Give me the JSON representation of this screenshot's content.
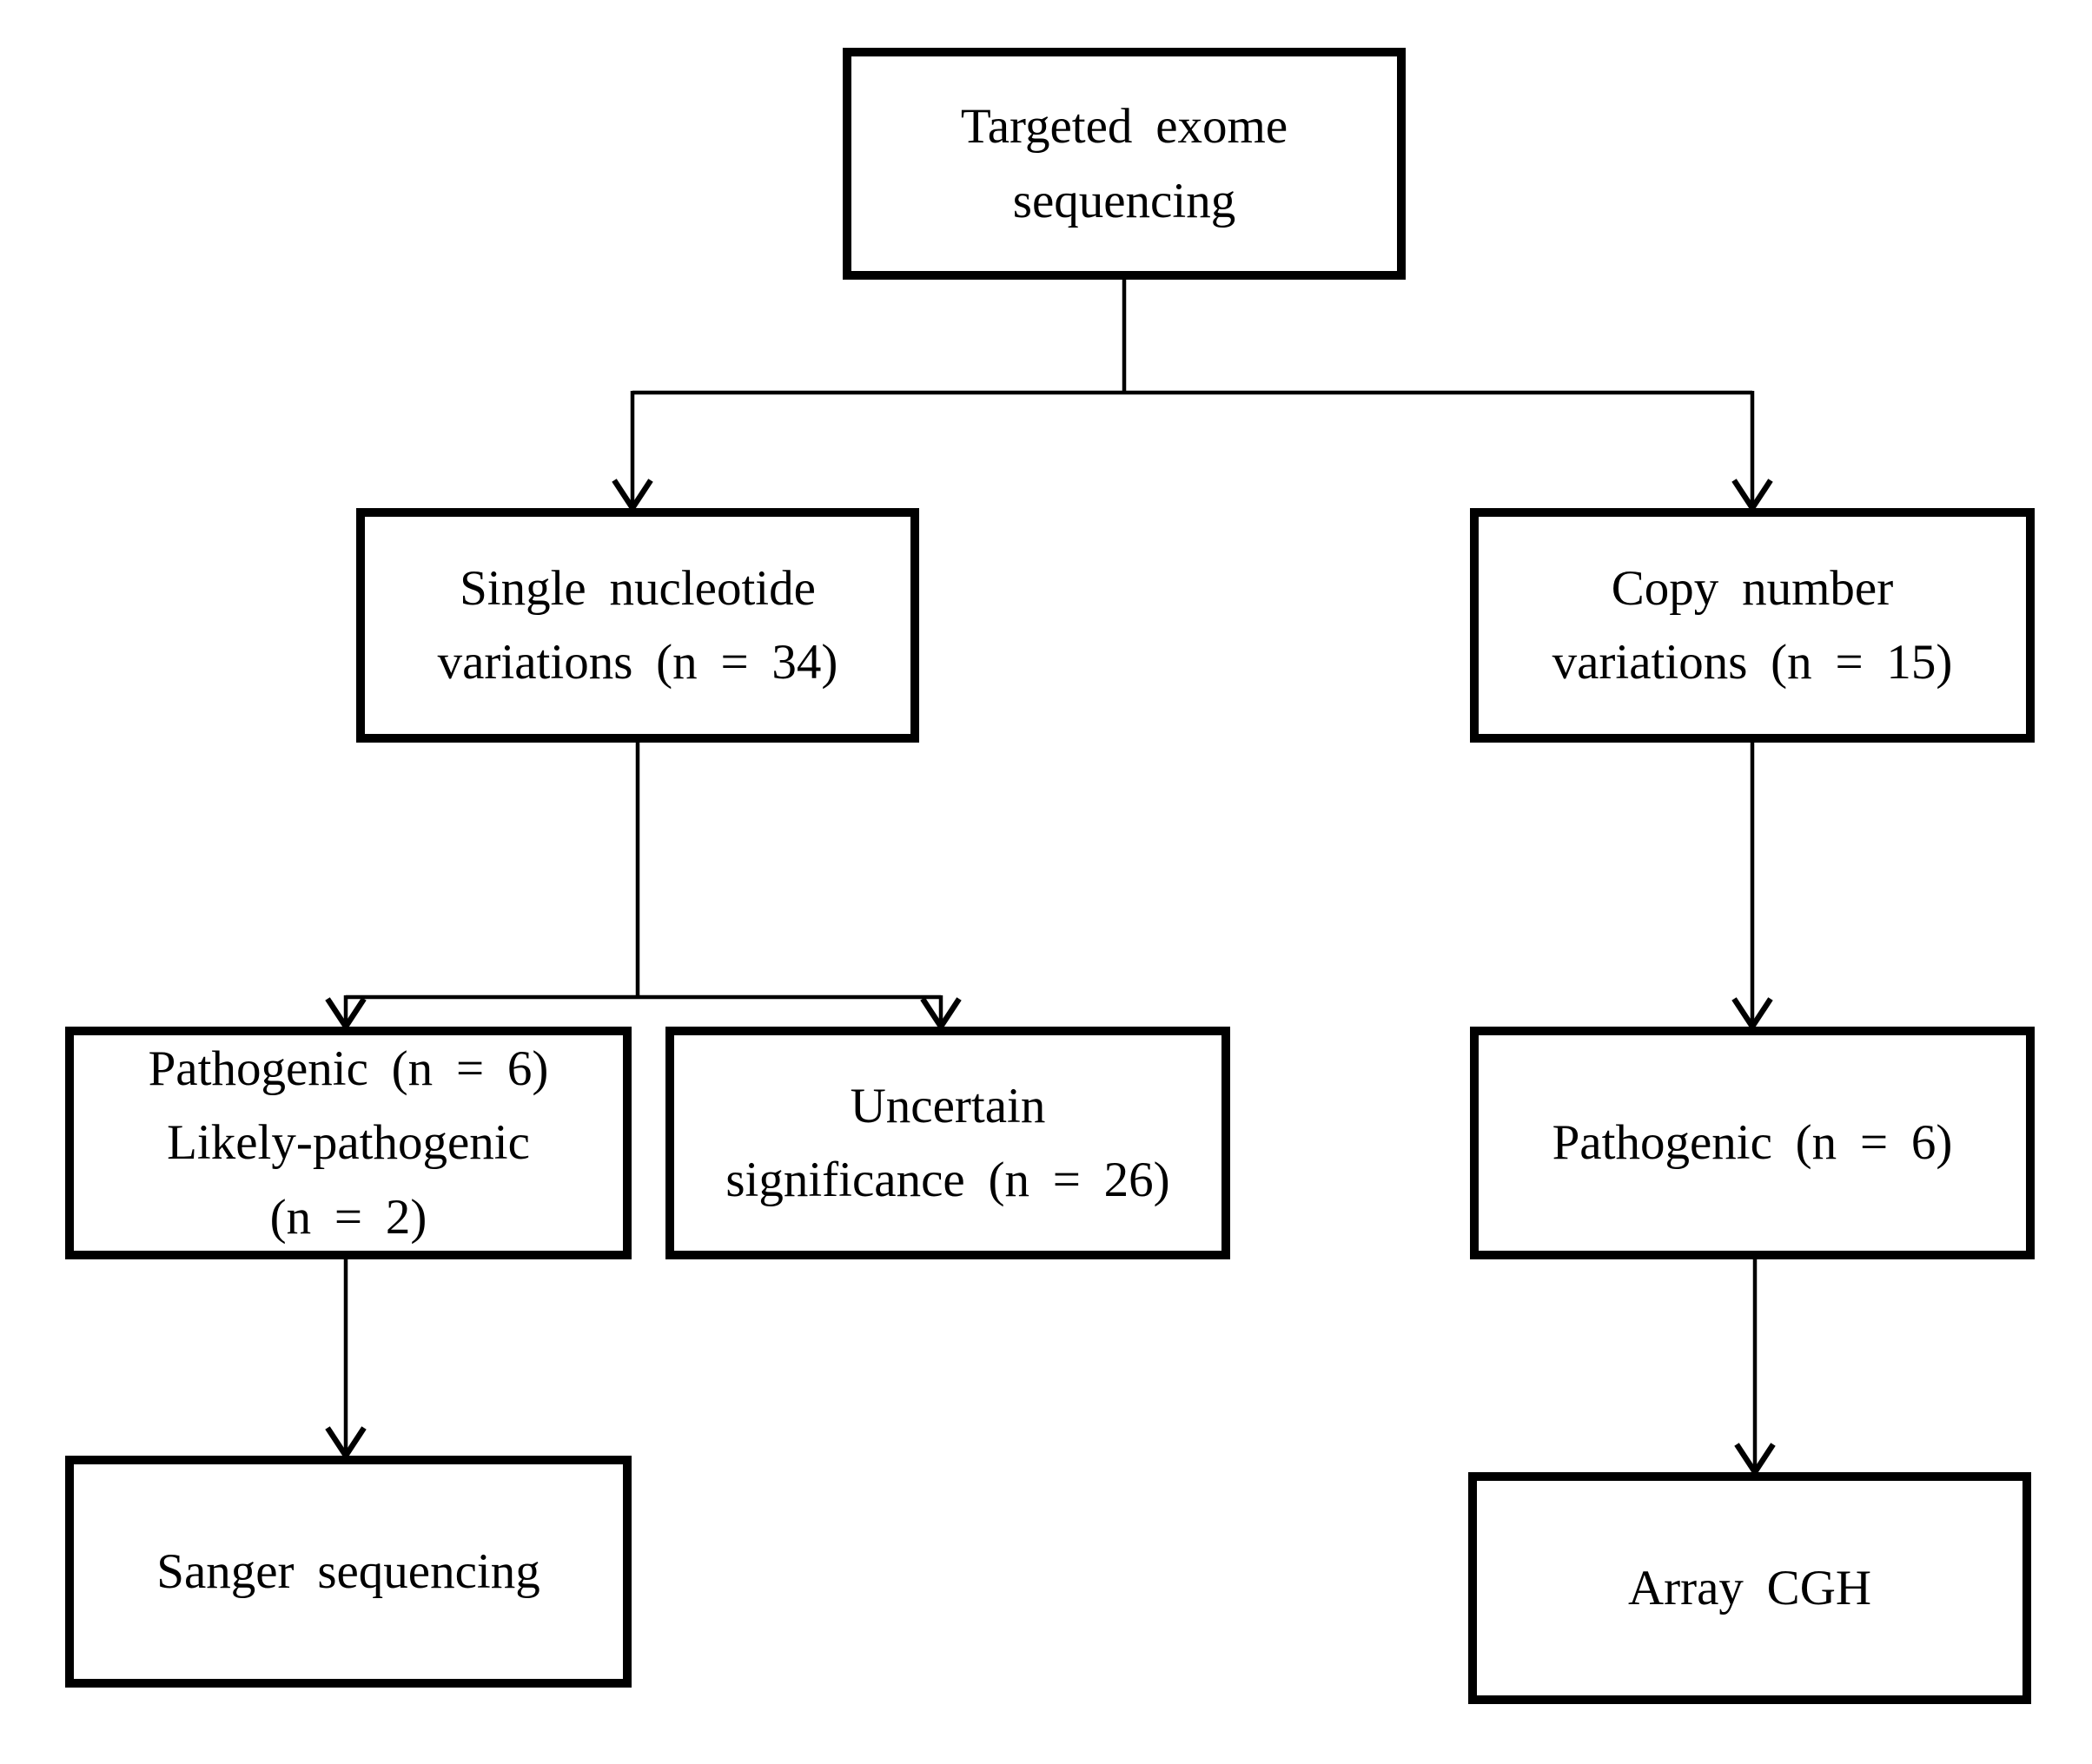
{
  "diagram": {
    "type": "flowchart",
    "background_color": "#ffffff",
    "line_color": "#000000",
    "box_border_color": "#000000",
    "text_color": "#000000",
    "nodes": {
      "targeted_exome": {
        "label": [
          "Targeted exome",
          "sequencing"
        ]
      },
      "snv": {
        "label": [
          "Single nucleotide",
          "variations (n = 34)"
        ]
      },
      "cnv": {
        "label": [
          "Copy number",
          "variations (n = 15)"
        ]
      },
      "pathogenic_likely": {
        "label": [
          "Pathogenic (n = 6)",
          "Likely-pathogenic",
          "(n = 2)"
        ]
      },
      "uncertain": {
        "label": [
          "Uncertain",
          "significance (n = 26)"
        ]
      },
      "cnv_pathogenic": {
        "label": [
          "Pathogenic (n = 6)"
        ]
      },
      "sanger": {
        "label": [
          "Sanger sequencing"
        ]
      },
      "array_cgh": {
        "label": [
          "Array CGH"
        ]
      }
    },
    "edges": [
      {
        "from": "targeted_exome",
        "to": "snv"
      },
      {
        "from": "targeted_exome",
        "to": "cnv"
      },
      {
        "from": "snv",
        "to": "pathogenic_likely"
      },
      {
        "from": "snv",
        "to": "uncertain"
      },
      {
        "from": "cnv",
        "to": "cnv_pathogenic"
      },
      {
        "from": "pathogenic_likely",
        "to": "sanger"
      },
      {
        "from": "cnv_pathogenic",
        "to": "array_cgh"
      }
    ]
  }
}
